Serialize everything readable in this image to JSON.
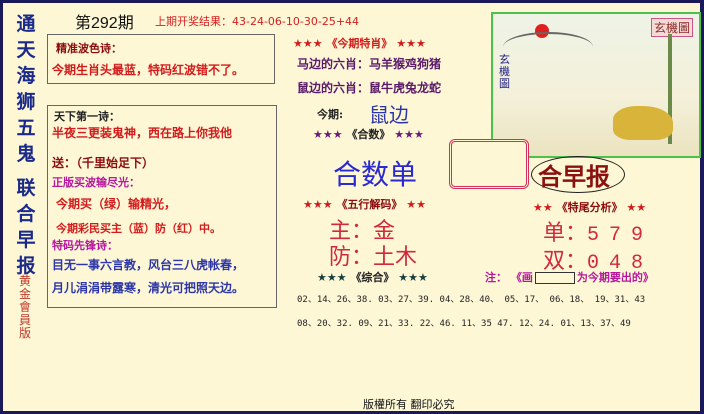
{
  "vertical_title": [
    "通",
    "天",
    "海",
    "狮",
    "五",
    "鬼",
    "联",
    "合",
    "早",
    "报"
  ],
  "vertical_subtitle": [
    "黄",
    "金",
    "會",
    "員",
    "版"
  ],
  "issue": "第292期",
  "last_result": "上期开奖结果：43-24-06-10-30-25+44",
  "poem1": {
    "title": "精准波色诗：",
    "line": "今期生肖头最蓝，特码红波错不了。"
  },
  "poem2": {
    "title": "天下第一诗：",
    "line1": "半夜三更装鬼神，西在路上你我他",
    "line2": "送：（千里始足下）",
    "sub_title": "正版买波输尽光：",
    "sub_line1": "今期买（绿）输精光，",
    "sub_line2": "今期彩民买主（蓝）防（红）中。",
    "tail_title": "特码先锋诗：",
    "tail_line1": "目无一事六言教，风台三八虎帐春，",
    "tail_line2": "月儿涓涓带露寒，清光可把照天边。"
  },
  "special_zodiac": {
    "header_stars_left": "★★★",
    "header": "《今期特肖》",
    "header_stars_right": "★★★",
    "horse_side": "马边的六肖：马羊猴鸡狗猪",
    "rat_side": "鼠边的六肖：鼠牛虎兔龙蛇",
    "this_label": "今期:",
    "this_value": "鼠边"
  },
  "sum_number": {
    "header_stars_left": "★★★",
    "header": "《合数》",
    "header_stars_right": "★★★",
    "value": "合数单"
  },
  "five_elements": {
    "header_stars_left": "★★★",
    "header": "《五行解码》",
    "header_stars_right": "★★",
    "main_label": "主：",
    "main_value": "金",
    "guard_label": "防：",
    "guard_value": "土木"
  },
  "tail_analysis": {
    "header_stars_left": "★★",
    "header": "《特尾分析》",
    "header_stars_right": "★★",
    "odd_label": "单：",
    "odd_value": "579",
    "even_label": "双：",
    "even_value": "048"
  },
  "picture": {
    "seal": "玄機圖",
    "side_text": "玄機圖"
  },
  "paper_title": "合早报",
  "overall": {
    "header_stars_left": "★★★",
    "header": "《综合》",
    "header_stars_right": "★★★",
    "note_label": "注：",
    "note_left": "《画",
    "note_right": "为今期要出的》",
    "row1": "02、14、26、38.  03、27、39.  04、28、40、  05、17、  06、18、  19、31、43",
    "row2": "08、20、32.  09、21、33.  22、46.  11、35 47.  12、24.  01、13、37、49"
  },
  "footer": "版權所有  翻印必究"
}
